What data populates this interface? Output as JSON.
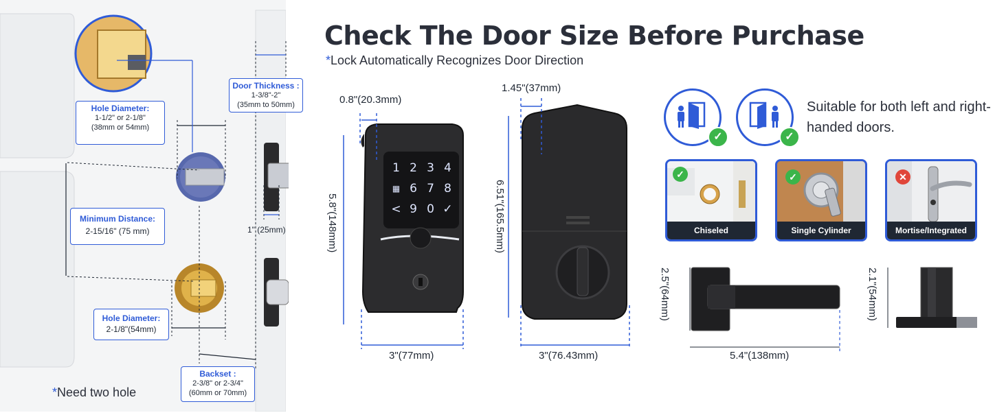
{
  "title": "Check The Door Size Before Purchase",
  "subtitle_star": "*",
  "subtitle": "Lock Automatically Recognizes Door Direction",
  "door_labels": {
    "door_thickness": {
      "title": "Door Thickness :",
      "l1": "1-3/8\"-2\"",
      "l2": "(35mm to 50mm)"
    },
    "hole_diameter_top": {
      "title": "Hole Diameter:",
      "l1": "1-1/2\" or 2-1/8\"",
      "l2": "(38mm or 54mm)"
    },
    "min_distance": {
      "title": "Minimum Distance:",
      "l1": "2-15/16\" (75 mm)"
    },
    "hole_diameter_bottom": {
      "title": "Hole Diameter:",
      "l1": "2-1/8\"(54mm)"
    },
    "backset": {
      "title": "Backset :",
      "l1": "2-3/8\" or 2-3/4\"",
      "l2": "(60mm or 70mm)"
    },
    "plate_width": "1\" (25mm)"
  },
  "note_star": "*",
  "note": "Need two hole",
  "front_lock": {
    "depth": "0.8\"(20.3mm)",
    "height": "5.8\"(148mm)",
    "width": "3\"(77mm)",
    "keys": [
      "1",
      "2",
      "3",
      "4",
      "",
      "6",
      "7",
      "8",
      "<",
      "9",
      "0",
      "✓"
    ]
  },
  "back_lock": {
    "depth": "1.45\"(37mm)",
    "height": "6.51\"(165.5mm)",
    "width": "3\"(76.43mm)"
  },
  "suitable_text": "Suitable for both left and right-handed doors.",
  "door_types": [
    {
      "label": "Chiseled",
      "ok": true
    },
    {
      "label": "Single Cylinder",
      "ok": true
    },
    {
      "label": "Mortise/Integrated",
      "ok": false
    }
  ],
  "handle": {
    "height": "2.5\"(64mm)",
    "length": "5.4\"(138mm)",
    "side_height": "2.1\"(54mm)"
  },
  "colors": {
    "accent": "#2f5bd7",
    "ok": "#3bb54a",
    "bad": "#e0463a",
    "lock": "#2a2a2c"
  }
}
